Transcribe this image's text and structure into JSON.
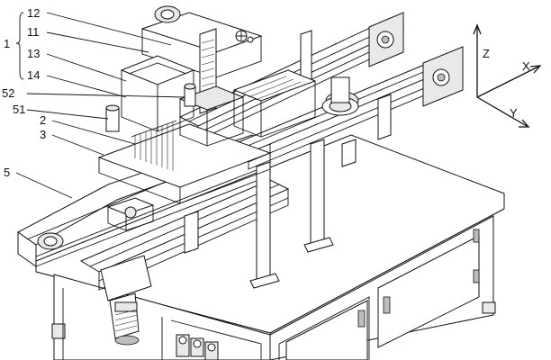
{
  "callouts": {
    "c1": "1",
    "c12": "12",
    "c11": "11",
    "c13": "13",
    "c14": "14",
    "c52": "52",
    "c51": "51",
    "c2": "2",
    "c3": "3",
    "c5": "5"
  },
  "axes": {
    "z": "Z",
    "x": "X",
    "y": "Y"
  }
}
